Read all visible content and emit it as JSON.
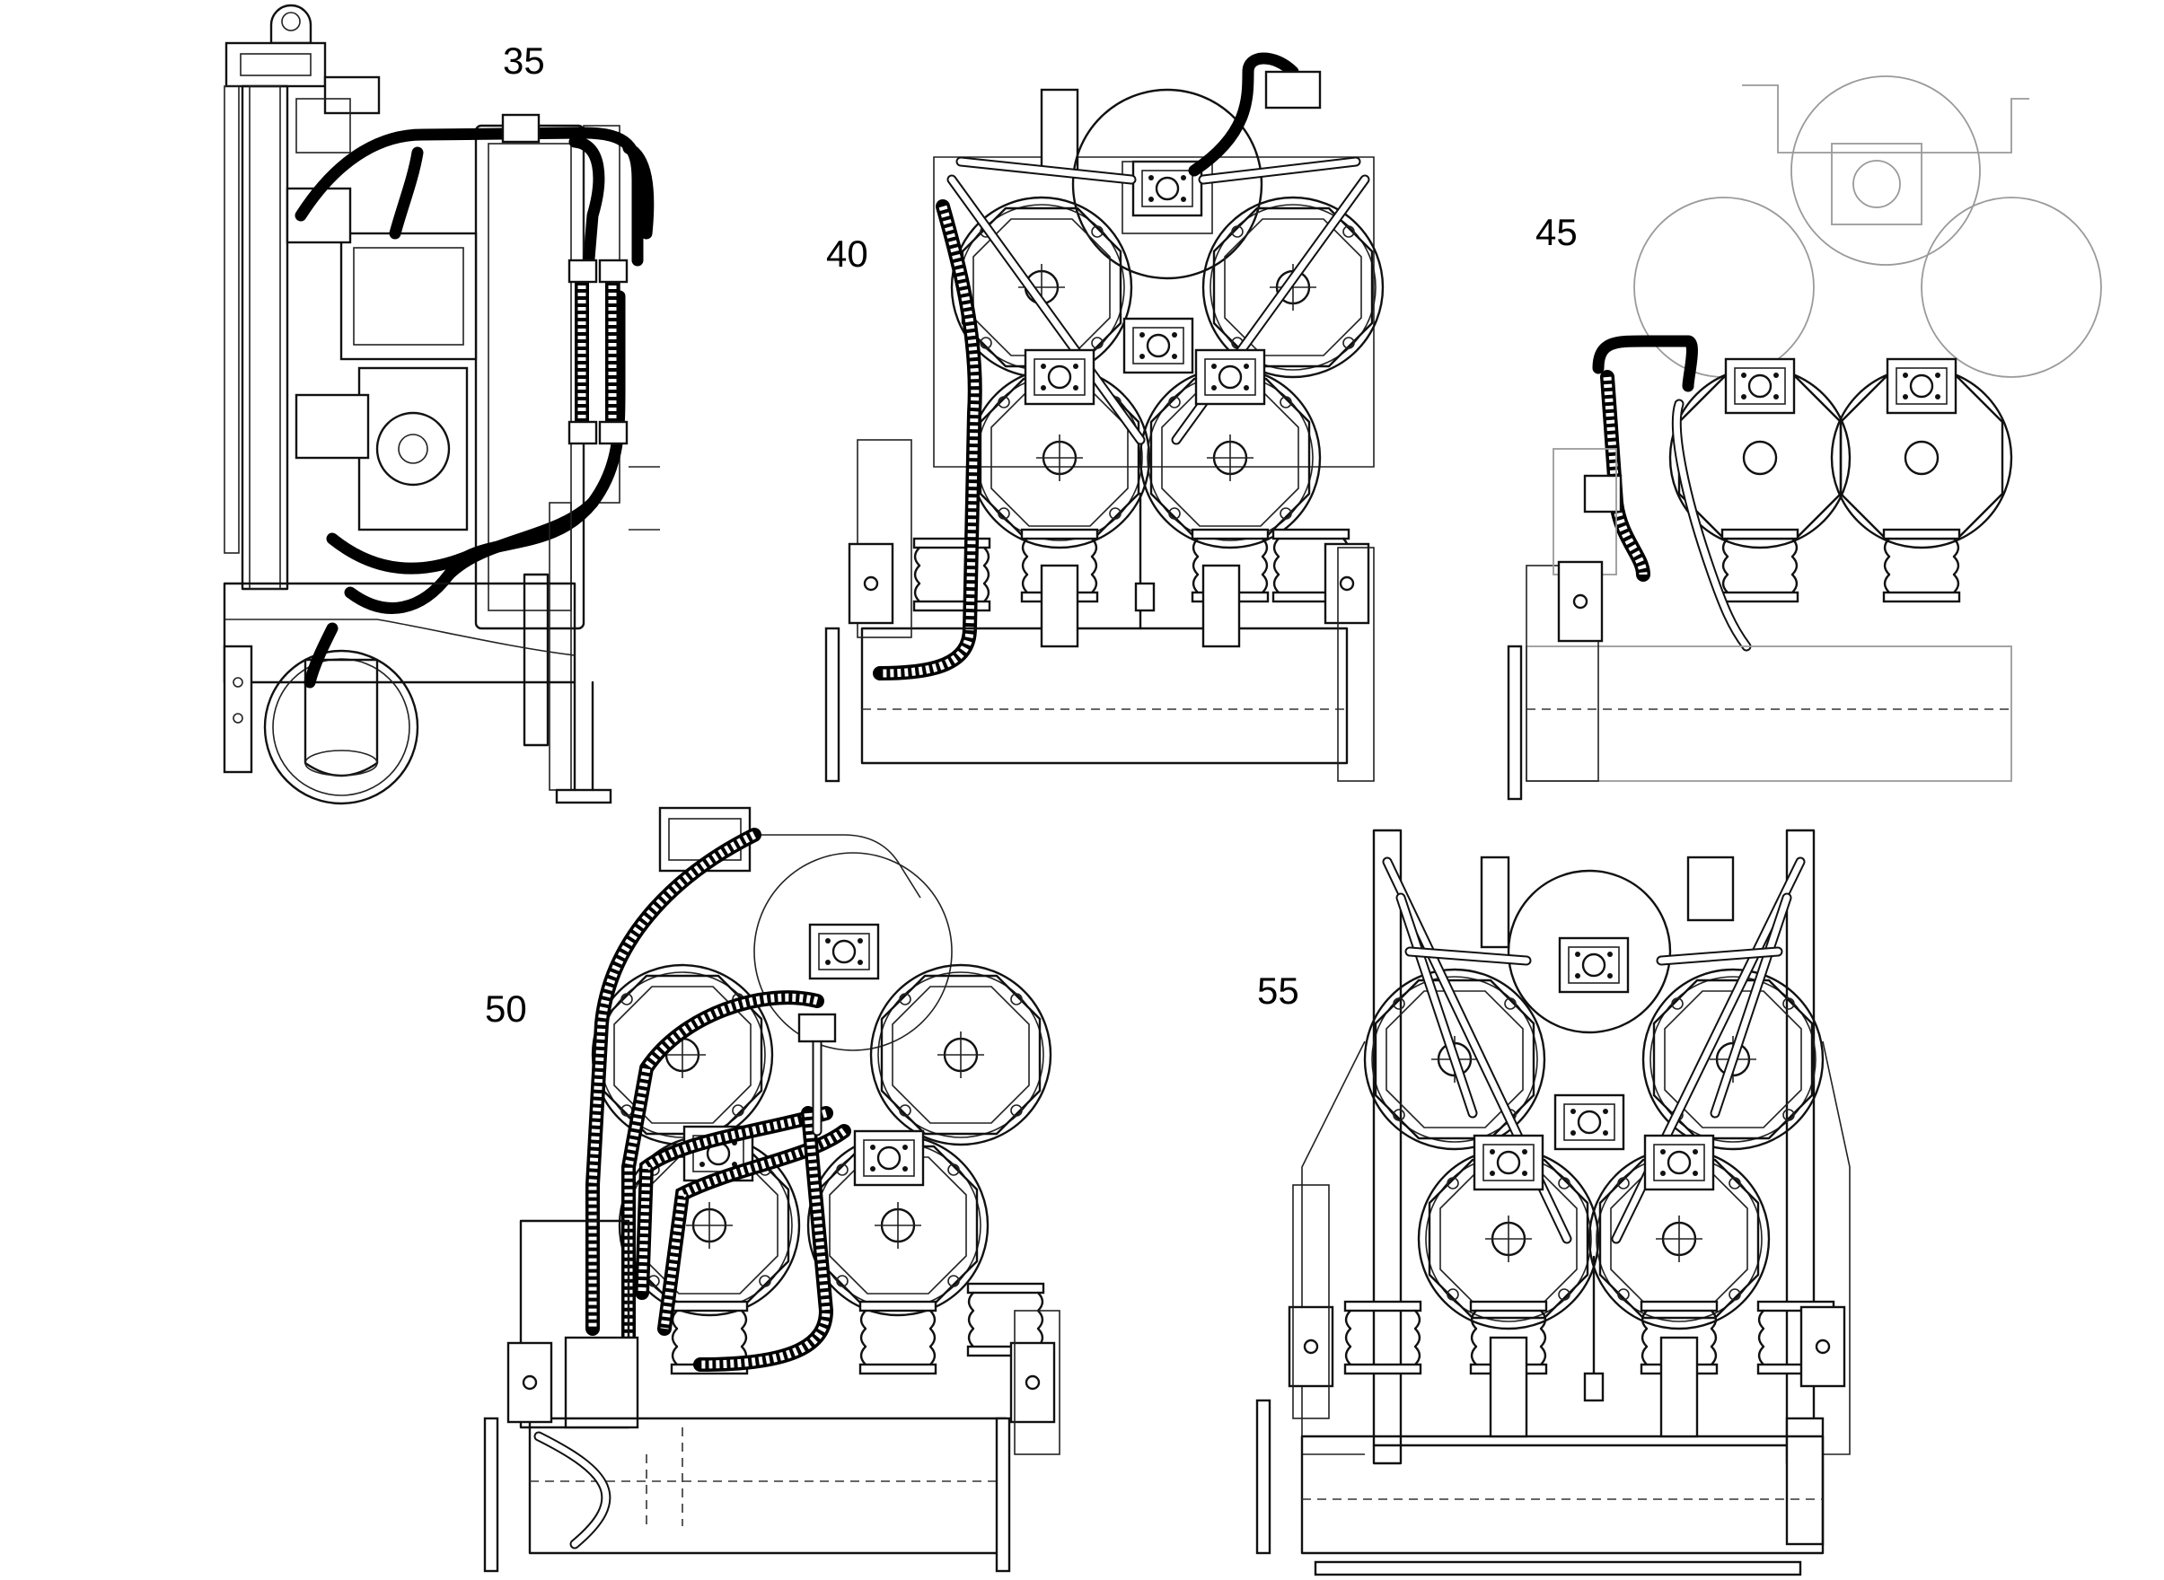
{
  "figure": {
    "view_labels": [
      "35",
      "40",
      "45",
      "50",
      "55"
    ]
  }
}
